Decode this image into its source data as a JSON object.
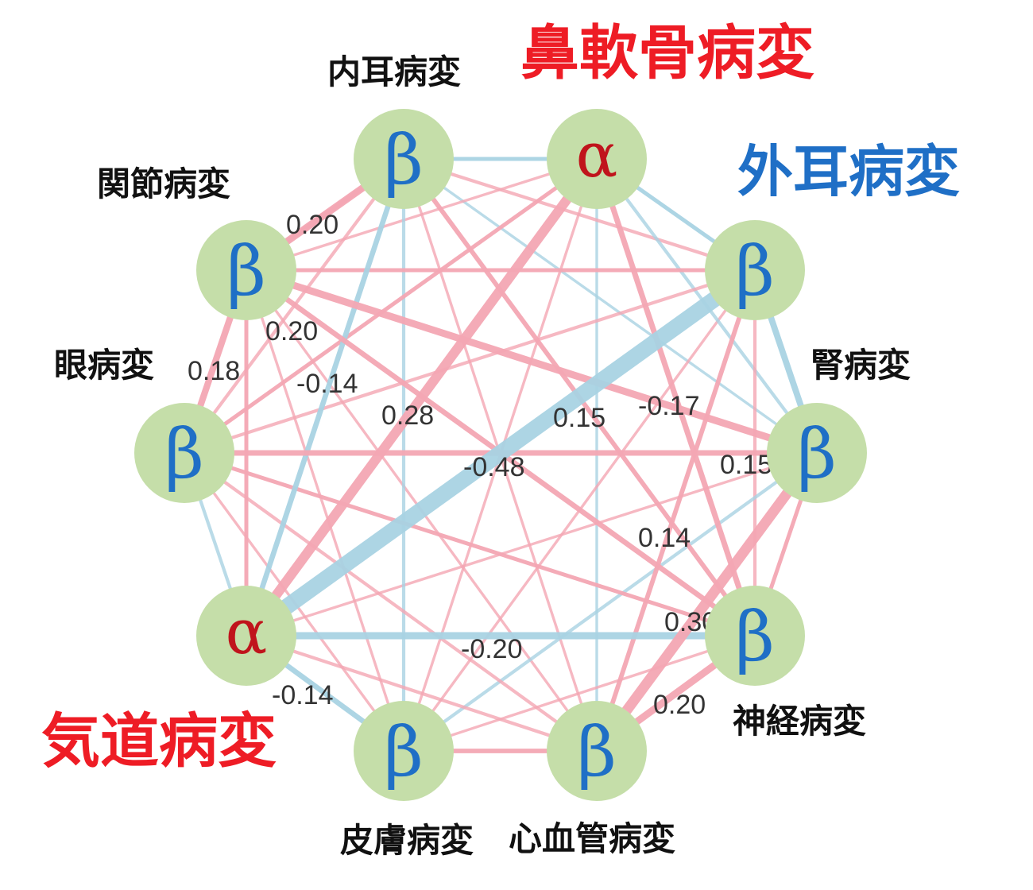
{
  "colors": {
    "positive": "#f4a7b4",
    "negative": "#a9d3e3",
    "node_fill": "#c5dea9",
    "alpha": "#c0141c",
    "beta": "#1f6fc6"
  },
  "nodes": [
    {
      "id": "inner-ear",
      "label": "内耳病変",
      "glyph": "β"
    },
    {
      "id": "nasal",
      "label": "",
      "glyph": "α"
    },
    {
      "id": "outer-ear",
      "label": "",
      "glyph": "β"
    },
    {
      "id": "kidney",
      "label": "腎病変",
      "glyph": "β"
    },
    {
      "id": "nerve",
      "label": "神経病変",
      "glyph": "β"
    },
    {
      "id": "cardio",
      "label": "心血管病変",
      "glyph": "β"
    },
    {
      "id": "skin",
      "label": "皮膚病変",
      "glyph": "β"
    },
    {
      "id": "airway",
      "label": "",
      "glyph": "α"
    },
    {
      "id": "eye",
      "label": "眼病変",
      "glyph": "β"
    },
    {
      "id": "joint",
      "label": "関節病変",
      "glyph": "β"
    }
  ],
  "big_labels": [
    {
      "id": "nasal",
      "text": "鼻軟骨病変",
      "color": "red"
    },
    {
      "id": "outer-ear",
      "text": "外耳病変",
      "color": "blue"
    },
    {
      "id": "airway",
      "text": "気道病変",
      "color": "red"
    }
  ],
  "edges": [
    {
      "a": "joint",
      "b": "inner-ear",
      "w": 0.2,
      "label": "0.20"
    },
    {
      "a": "joint",
      "b": "kidney",
      "w": 0.2,
      "label": "0.20"
    },
    {
      "a": "eye",
      "b": "joint",
      "w": 0.18,
      "label": "0.18"
    },
    {
      "a": "inner-ear",
      "b": "airway",
      "w": -0.14,
      "label": "-0.14"
    },
    {
      "a": "nasal",
      "b": "airway",
      "w": 0.28,
      "label": "0.28"
    },
    {
      "a": "nasal",
      "b": "nerve",
      "w": 0.15,
      "label": "0.15"
    },
    {
      "a": "outer-ear",
      "b": "kidney",
      "w": -0.17,
      "label": "-0.17"
    },
    {
      "a": "outer-ear",
      "b": "airway",
      "w": -0.48,
      "label": "-0.48"
    },
    {
      "a": "eye",
      "b": "kidney",
      "w": 0.15,
      "label": "0.15"
    },
    {
      "a": "joint",
      "b": "nerve",
      "w": 0.14,
      "label": "0.14"
    },
    {
      "a": "kidney",
      "b": "cardio",
      "w": 0.3,
      "label": "0.30"
    },
    {
      "a": "airway",
      "b": "nerve",
      "w": -0.2,
      "label": "-0.20"
    },
    {
      "a": "airway",
      "b": "skin",
      "w": -0.14,
      "label": "-0.14"
    },
    {
      "a": "nerve",
      "b": "cardio",
      "w": 0.2,
      "label": "0.20"
    },
    {
      "a": "inner-ear",
      "b": "nasal",
      "w": -0.1,
      "label": ""
    },
    {
      "a": "inner-ear",
      "b": "joint",
      "w": 0.12,
      "label": ""
    },
    {
      "a": "inner-ear",
      "b": "eye",
      "w": 0.08,
      "label": ""
    },
    {
      "a": "inner-ear",
      "b": "skin",
      "w": -0.08,
      "label": ""
    },
    {
      "a": "inner-ear",
      "b": "cardio",
      "w": 0.06,
      "label": ""
    },
    {
      "a": "inner-ear",
      "b": "nerve",
      "w": 0.12,
      "label": ""
    },
    {
      "a": "inner-ear",
      "b": "kidney",
      "w": -0.06,
      "label": ""
    },
    {
      "a": "inner-ear",
      "b": "outer-ear",
      "w": 0.08,
      "label": ""
    },
    {
      "a": "nasal",
      "b": "outer-ear",
      "w": -0.1,
      "label": ""
    },
    {
      "a": "nasal",
      "b": "kidney",
      "w": -0.08,
      "label": ""
    },
    {
      "a": "nasal",
      "b": "cardio",
      "w": -0.06,
      "label": ""
    },
    {
      "a": "nasal",
      "b": "skin",
      "w": 0.06,
      "label": ""
    },
    {
      "a": "nasal",
      "b": "eye",
      "w": 0.1,
      "label": ""
    },
    {
      "a": "nasal",
      "b": "joint",
      "w": 0.06,
      "label": ""
    },
    {
      "a": "outer-ear",
      "b": "joint",
      "w": 0.1,
      "label": ""
    },
    {
      "a": "outer-ear",
      "b": "eye",
      "w": 0.08,
      "label": ""
    },
    {
      "a": "outer-ear",
      "b": "nerve",
      "w": 0.08,
      "label": ""
    },
    {
      "a": "outer-ear",
      "b": "cardio",
      "w": 0.12,
      "label": ""
    },
    {
      "a": "outer-ear",
      "b": "skin",
      "w": 0.06,
      "label": ""
    },
    {
      "a": "kidney",
      "b": "nerve",
      "w": 0.1,
      "label": ""
    },
    {
      "a": "kidney",
      "b": "skin",
      "w": -0.08,
      "label": ""
    },
    {
      "a": "kidney",
      "b": "airway",
      "w": 0.06,
      "label": ""
    },
    {
      "a": "eye",
      "b": "airway",
      "w": -0.08,
      "label": ""
    },
    {
      "a": "eye",
      "b": "nerve",
      "w": 0.1,
      "label": ""
    },
    {
      "a": "eye",
      "b": "cardio",
      "w": 0.08,
      "label": ""
    },
    {
      "a": "eye",
      "b": "skin",
      "w": 0.06,
      "label": ""
    },
    {
      "a": "joint",
      "b": "airway",
      "w": 0.1,
      "label": ""
    },
    {
      "a": "joint",
      "b": "skin",
      "w": 0.06,
      "label": ""
    },
    {
      "a": "joint",
      "b": "cardio",
      "w": 0.06,
      "label": ""
    },
    {
      "a": "skin",
      "b": "cardio",
      "w": 0.12,
      "label": ""
    },
    {
      "a": "skin",
      "b": "nerve",
      "w": 0.06,
      "label": ""
    },
    {
      "a": "airway",
      "b": "cardio",
      "w": 0.08,
      "label": ""
    }
  ]
}
